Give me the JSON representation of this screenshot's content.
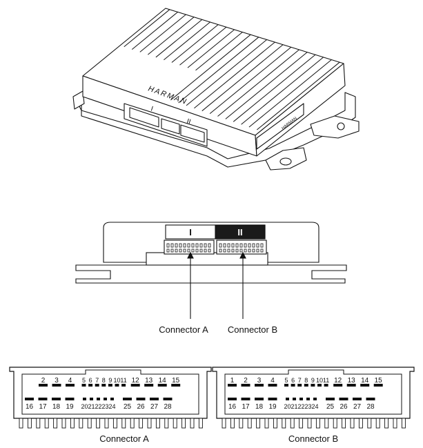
{
  "device": {
    "brand": "HARMAN",
    "rear_brand": "HARMAN",
    "port_labels": [
      "I",
      "II"
    ]
  },
  "side_view": {
    "port_labels": [
      "I",
      "II"
    ],
    "callouts": [
      "Connector A",
      "Connector B"
    ]
  },
  "connectors": [
    {
      "label": "Connector A",
      "top_row": [
        "2",
        "3",
        "4",
        "5",
        "6",
        "7",
        "8",
        "9",
        "10",
        "11",
        "12",
        "13",
        "14",
        "15"
      ],
      "bottom_row": [
        "16",
        "17",
        "18",
        "19",
        "20",
        "21",
        "22",
        "23",
        "24",
        "25",
        "26",
        "27",
        "28"
      ]
    },
    {
      "label": "Connector B",
      "top_row": [
        "1",
        "2",
        "3",
        "4",
        "5",
        "6",
        "7",
        "8",
        "9",
        "10",
        "11",
        "12",
        "13",
        "14",
        "15"
      ],
      "bottom_row": [
        "16",
        "17",
        "18",
        "19",
        "20",
        "21",
        "22",
        "23",
        "24",
        "25",
        "26",
        "27",
        "28"
      ]
    }
  ],
  "colors": {
    "ink": "#111111",
    "paper": "#ffffff",
    "fill_dark": "#1a1a1a"
  }
}
